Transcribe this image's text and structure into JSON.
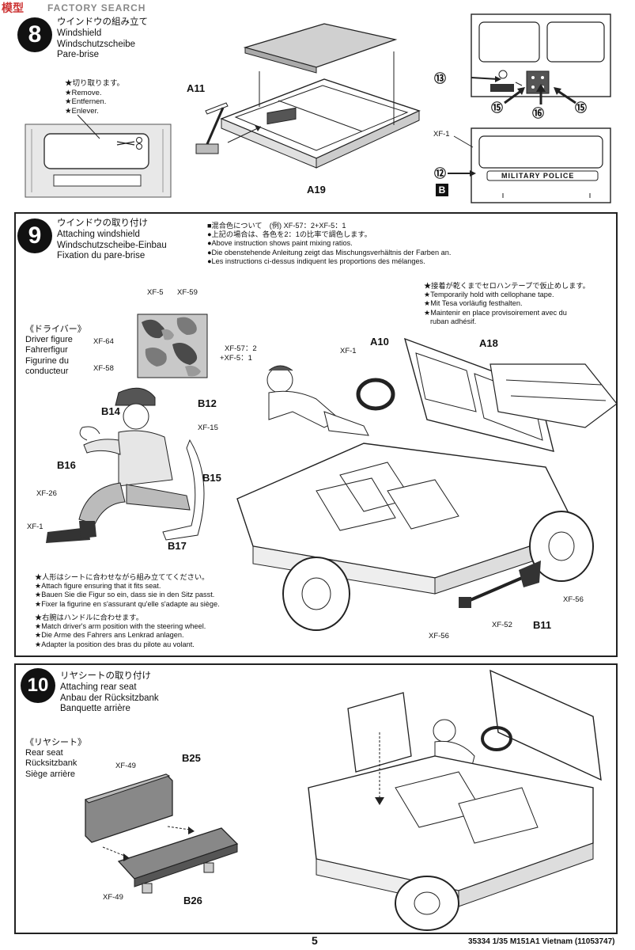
{
  "watermark": {
    "left": "模型",
    "right": "FACTORY SEARCH"
  },
  "step8": {
    "number": "8",
    "titles": [
      "ウインドウの組み立て",
      "Windshield",
      "Windschutzscheibe",
      "Pare-brise"
    ],
    "cut_notes": [
      "★切り取ります。",
      "★Remove.",
      "★Entfernen.",
      "★Enlever."
    ],
    "parts": {
      "a11": "A11",
      "a19": "A19",
      "xf1": "XF-1",
      "b": "B"
    },
    "callouts": {
      "n13": "⑬",
      "n15a": "⑮",
      "n16": "⑯",
      "n15b": "⑮",
      "n12": "⑫"
    },
    "decal_text": "MILITARY POLICE"
  },
  "step9": {
    "number": "9",
    "titles": [
      "ウインドウの取り付け",
      "Attaching windshield",
      "Windschutzscheibe-Einbau",
      "Fixation du pare-brise"
    ],
    "mixing_notes": [
      "■混合色について　(例) XF-57：2+XF-5：1",
      "●上記の場合は、各色を2：1の比率で調色します。",
      "●Above instruction shows paint mixing ratios.",
      "●Die obenstehende Anleitung zeigt das Mischungsverhältnis der Farben an.",
      "●Les instructions ci-dessus indiquent les proportions des mélanges."
    ],
    "tape_notes": [
      "★接着が乾くまでセロハンテープで仮止めします。",
      "★Temporarily hold with cellophane tape.",
      "★Mit Tesa vorläufig festhalten.",
      "★Maintenir en place provisoirement avec du",
      "ruban adhésif."
    ],
    "driver_titles": [
      "《ドライバー》",
      "Driver figure",
      "Fahrerfigur",
      "Figurine du",
      "conducteur"
    ],
    "camo_labels": {
      "xf5": "XF-5",
      "xf59": "XF-59",
      "xf64": "XF-64",
      "xf57": "XF-57：2",
      "xf5mix": "+XF-5：1",
      "xf58": "XF-58"
    },
    "figure_labels": {
      "b14": "B14",
      "b12": "B12",
      "xf15": "XF-15",
      "b16": "B16",
      "b15": "B15",
      "xf26": "XF-26",
      "xf1": "XF-1",
      "b17": "B17"
    },
    "vehicle_labels": {
      "xf1": "XF-1",
      "a10": "A10",
      "a18": "A18",
      "xf56a": "XF-56",
      "xf52": "XF-52",
      "xf56b": "XF-56",
      "b11": "B11"
    },
    "figure_notes": [
      "★人形はシートに合わせながら組み立ててください。",
      "★Attach figure ensuring that it fits seat.",
      "★Bauen Sie die Figur so ein, dass sie in den Sitz passt.",
      "★Fixer la figurine en s'assurant qu'elle s'adapte au siège."
    ],
    "arm_notes": [
      "★右腕はハンドルに合わせます。",
      "★Match driver's arm position with the steering wheel.",
      "★Die Arme des Fahrers ans Lenkrad anlagen.",
      "★Adapter la position des bras du pilote au volant."
    ]
  },
  "step10": {
    "number": "10",
    "titles": [
      "リヤシートの取り付け",
      "Attaching rear seat",
      "Anbau der Rücksitzbank",
      "Banquette arrière"
    ],
    "seat_titles": [
      "《リヤシート》",
      "Rear seat",
      "Rücksitzbank",
      "Siège arrière"
    ],
    "labels": {
      "b25": "B25",
      "xf49a": "XF-49",
      "xf49b": "XF-49",
      "b26": "B26"
    }
  },
  "footer": {
    "page": "5",
    "code": "35334  1/35 M151A1 Vietnam (11053747)"
  },
  "colors": {
    "ink": "#111111",
    "panel_border": "#222222",
    "camo_dark": "#4a4a4a",
    "camo_light": "#c8c8c8"
  }
}
